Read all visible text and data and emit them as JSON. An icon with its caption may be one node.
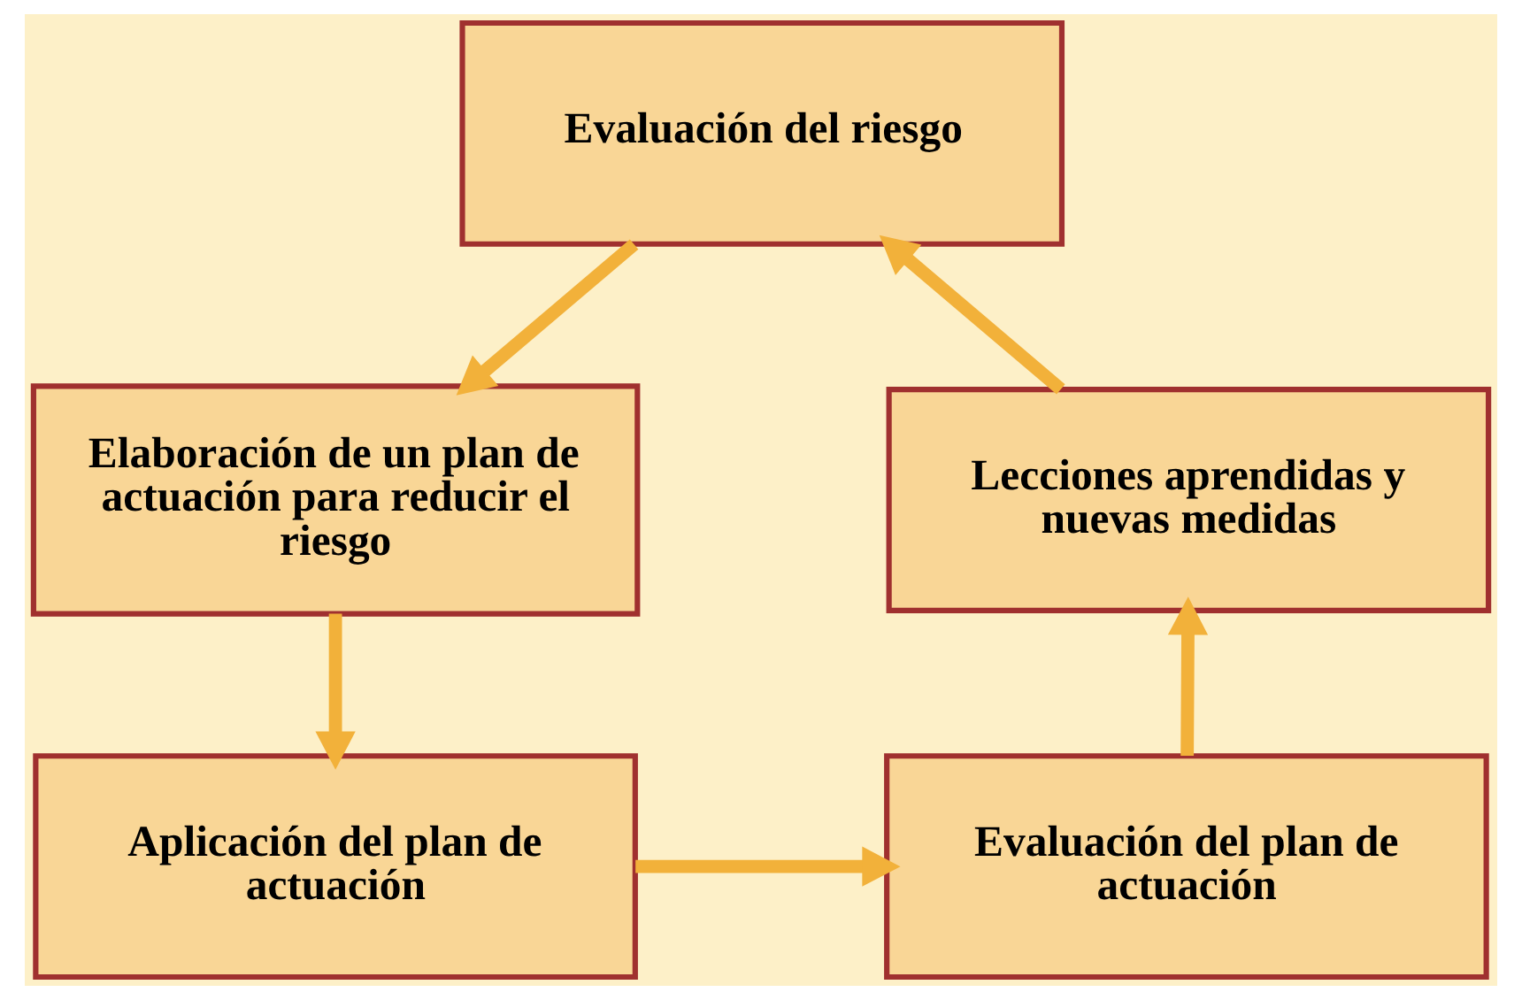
{
  "diagram": {
    "nodes": [
      {
        "text": [
          "Evaluación del riesgo"
        ]
      },
      {
        "text": [
          "Elaboración de un plan de actuación para reducir el riesgo"
        ]
      },
      {
        "text": [
          "Aplicación del plan de actuación"
        ]
      },
      {
        "text": [
          "Evaluación del plan de actuación"
        ]
      },
      {
        "text": [
          "Lecciones aprendidas y nuevas medidas"
        ]
      }
    ],
    "edges": [
      {
        "from": 0,
        "to": 1,
        "arrow": "to"
      },
      {
        "from": 1,
        "to": 2,
        "arrow": "to"
      },
      {
        "from": 2,
        "to": 3,
        "arrow": "to"
      },
      {
        "from": 3,
        "to": 4,
        "arrow": "to"
      },
      {
        "from": 4,
        "to": 0,
        "arrow": "to"
      }
    ]
  }
}
